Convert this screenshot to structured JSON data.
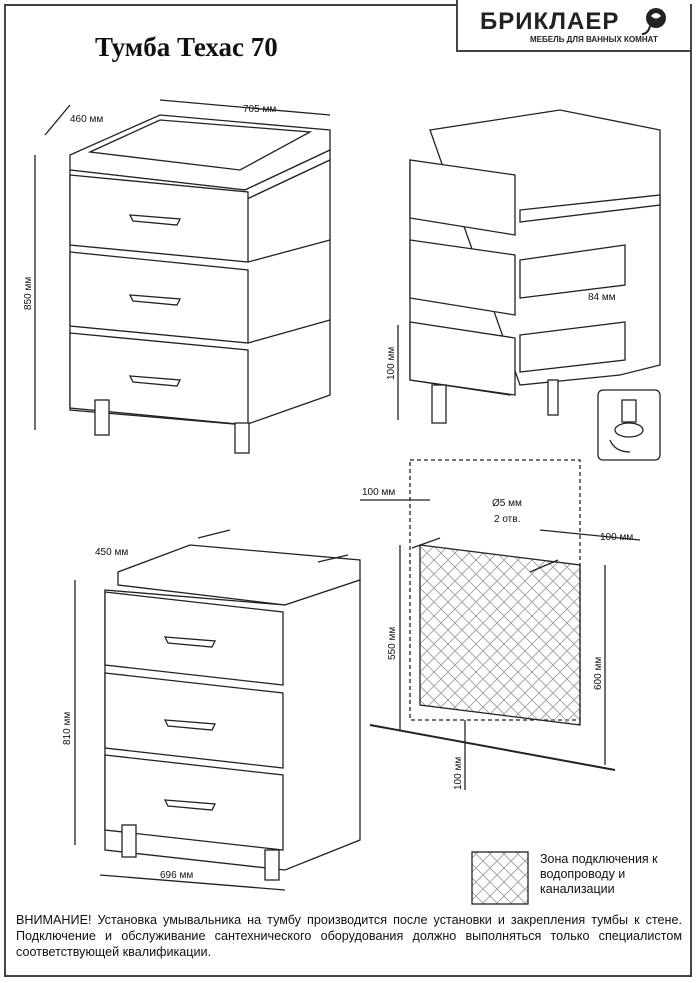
{
  "title": "Тумба Техас 70",
  "logo": {
    "brand": "БРИКЛАЕР",
    "tagline": "МЕБЕЛЬ ДЛЯ ВАННЫХ КОМНАТ"
  },
  "dimensions": {
    "top_depth": "460 мм",
    "top_width": "705 мм",
    "top_height": "850 мм",
    "leg_height": "100 мм",
    "drawer_offset": "84 мм",
    "body_depth": "450 мм",
    "body_height": "810 мм",
    "body_width": "696 мм",
    "wall_left": "100 мм",
    "hole_diameter": "Ø5 мм",
    "hole_count": "2 отв.",
    "wall_right": "100 мм",
    "mount_height": "550 мм",
    "zone_height": "600 мм",
    "zone_floor": "100 мм"
  },
  "legend": {
    "label": "Зона подключения к водопроводу и канализации"
  },
  "notice": "ВНИМАНИЕ! Установка умывальника на тумбу производится после установки и закрепления тумбы к стене. Подключение и обслуживание сантехнического оборудования должно выполняться только специалистом соответствующей квалификации."
}
